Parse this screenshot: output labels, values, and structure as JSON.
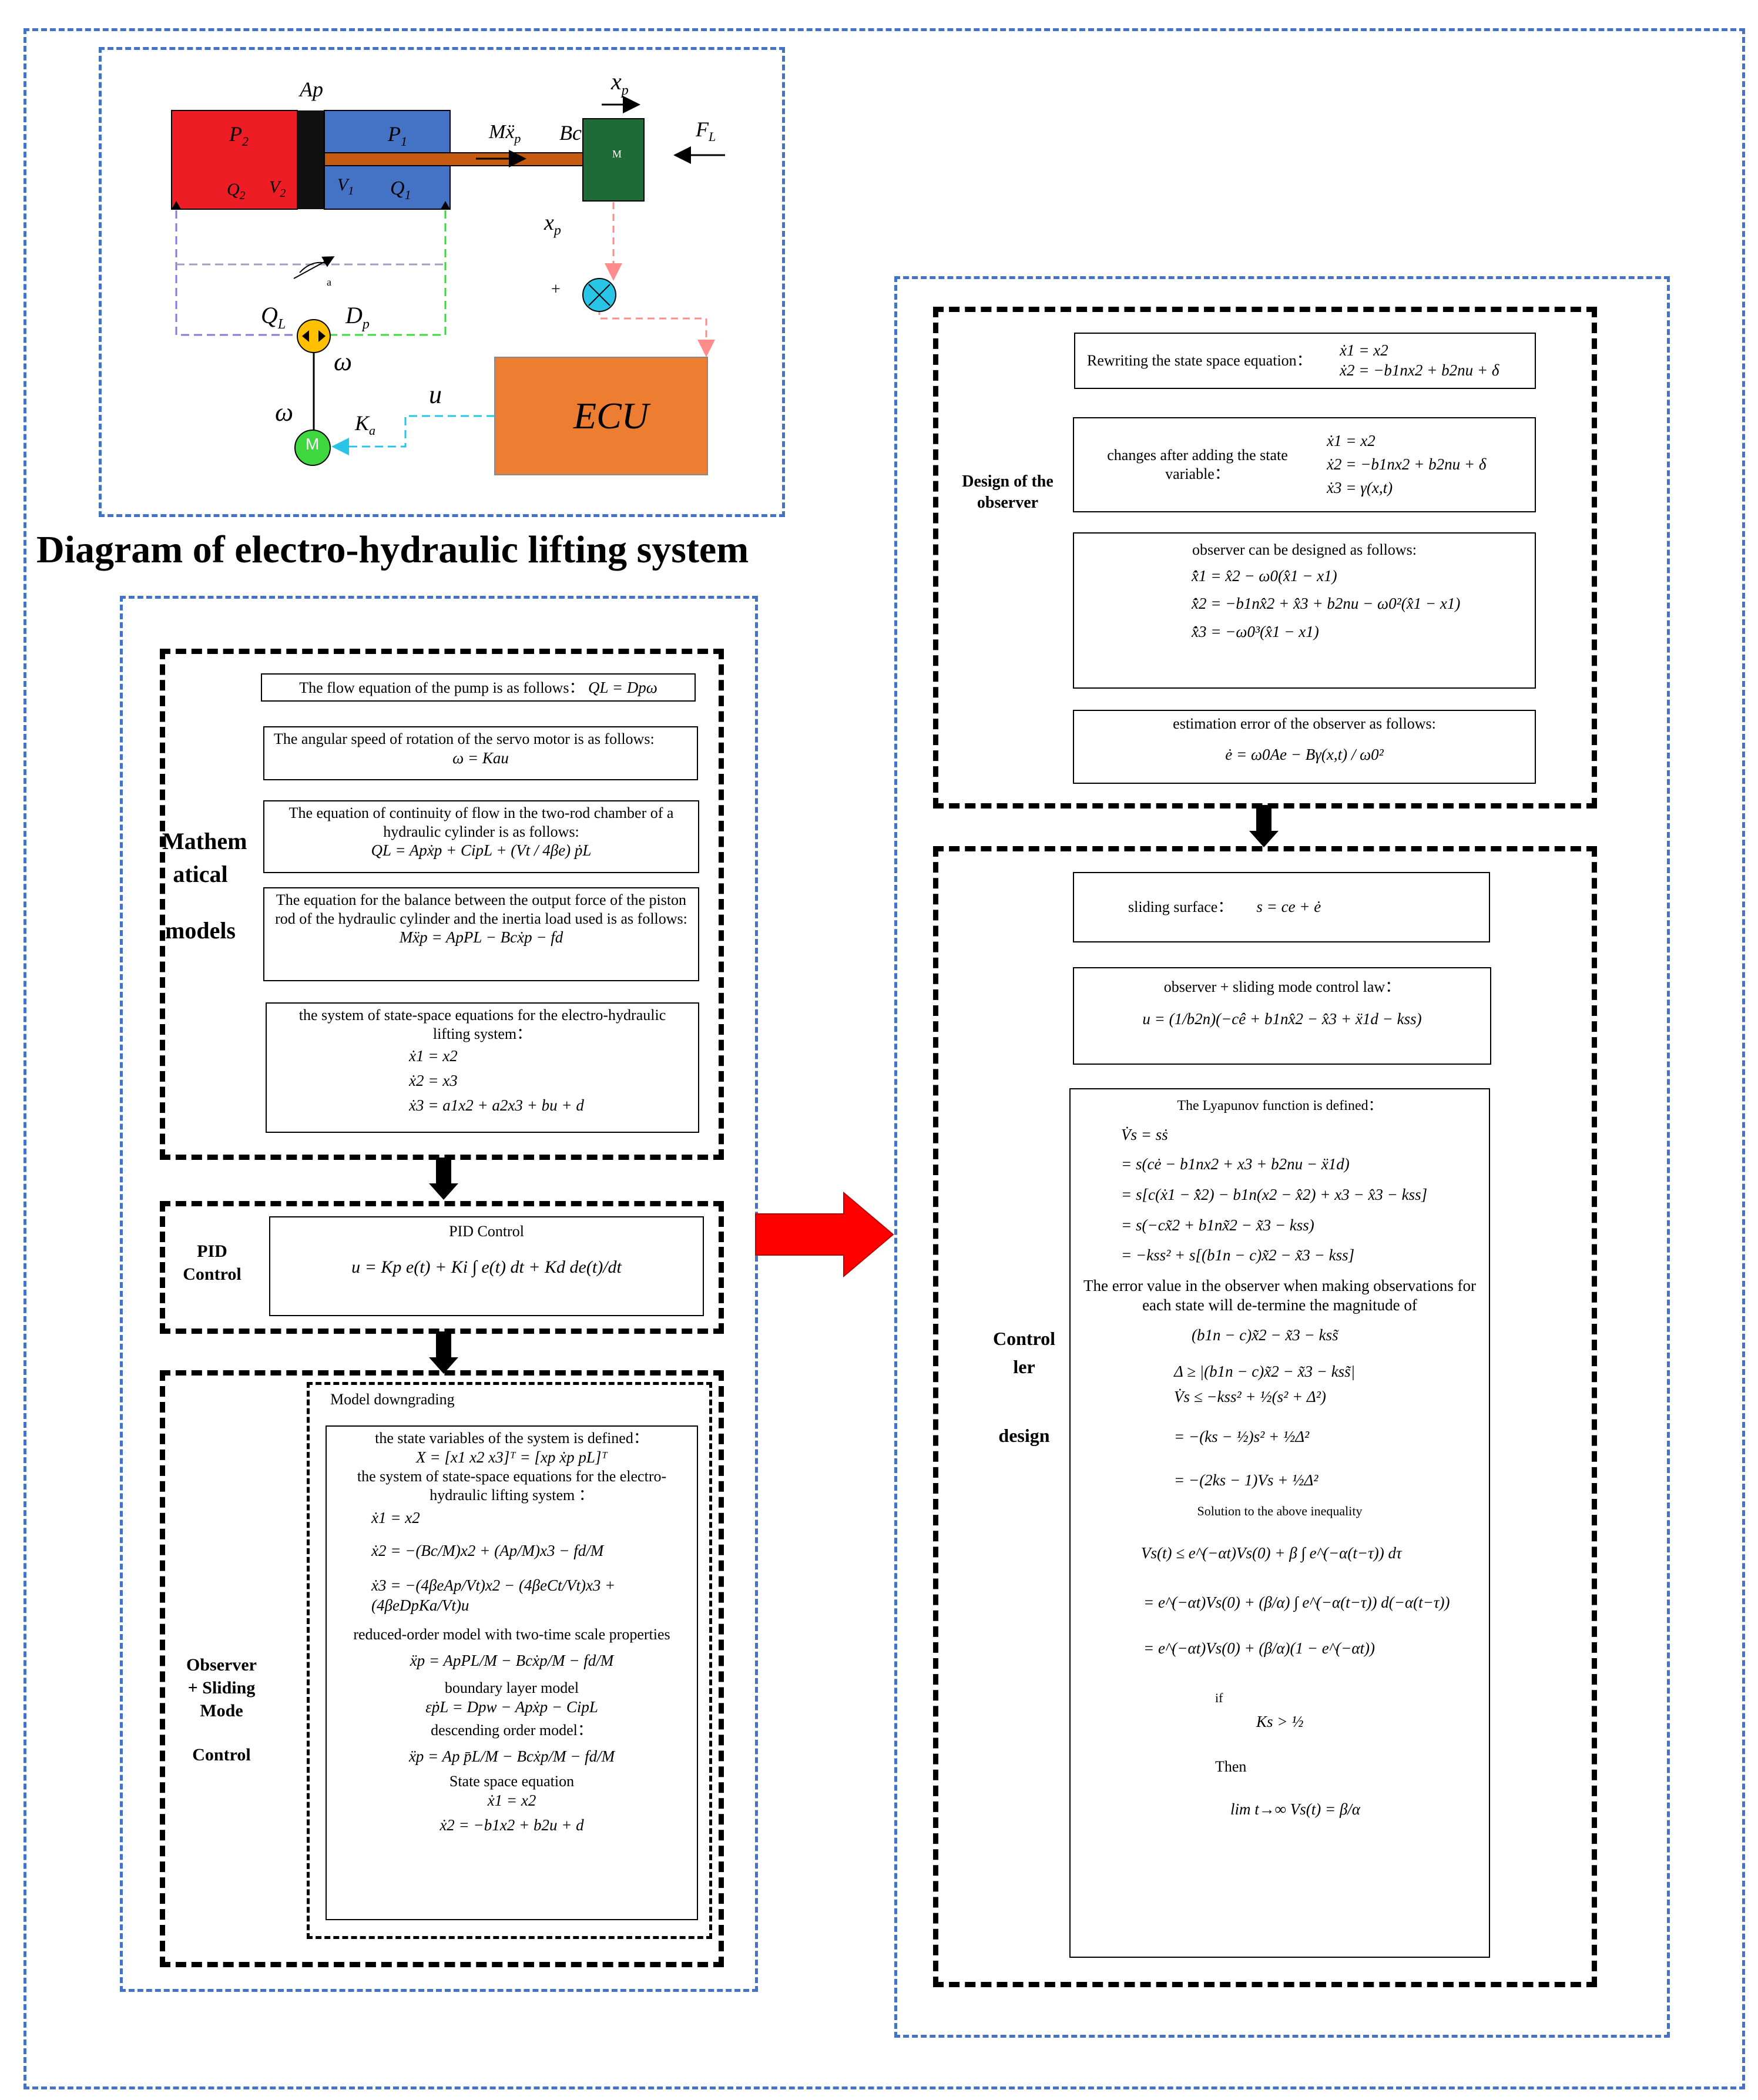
{
  "title": "Diagram of electro-hydraulic lifting system",
  "hydraulic": {
    "Ap": "Ap",
    "xp_top": "x",
    "xp_top_sub": "p",
    "Bc": "Bc",
    "FL": "F",
    "FL_sub": "L",
    "P2": "P",
    "P2_sub": "2",
    "Q2": "Q",
    "Q2_sub": "2",
    "V2": "V",
    "V2_sub": "2",
    "P1": "P",
    "P1_sub": "1",
    "V1": "V",
    "V1_sub": "1",
    "Q1": "Q",
    "Q1_sub": "1",
    "Mxp": "Mẍ",
    "Mxp_sub": "p",
    "mass": "M",
    "xp_mid": "x",
    "xp_mid_sub": "p",
    "valve": "a",
    "plus": "+",
    "QL": "Q",
    "QL_sub": "L",
    "Dp": "D",
    "Dp_sub": "p",
    "omega1": "ω",
    "omega2": "ω",
    "u": "u",
    "Ka": "K",
    "Ka_sub": "a",
    "motor": "M",
    "ecu": "ECU"
  },
  "left": {
    "math_label": [
      "Mathem",
      "atical",
      "models"
    ],
    "flow_eq_text": "The flow equation of the pump is as follows：",
    "flow_eq": "QL = Dpω",
    "angular_text": "The angular speed of rotation of the servo motor is as follows:",
    "angular_eq": "ω = Kau",
    "continuity_text": "The equation of continuity of flow in the two-rod chamber of a hydraulic cylinder is as follows:",
    "continuity_eq": "QL = Apẋp + CipL + (Vt / 4βe) ṗL",
    "balance_text": "The equation for the balance between the output force of the piston rod of the hydraulic cylinder and the inertia load used is as follows:",
    "balance_eq": "Mẍp = ApPL − Bcẋp − fd",
    "statespace_text": "the system of state-space equations for the electro-hydraulic lifting system：",
    "statespace_eqs": [
      "ẋ1 = x2",
      "ẋ2 = x3",
      "ẋ3 = a1x2 + a2x3 + bu + d"
    ],
    "pid_label": [
      "PID",
      "Control"
    ],
    "pid_title": "PID Control",
    "pid_eq": "u = Kp e(t) + Ki ∫ e(t) dt + Kd de(t)/dt",
    "obs_label": [
      "Observer",
      "+ Sliding",
      "Mode",
      "Control"
    ],
    "model_down": "Model downgrading",
    "state_def": "the state variables of the system is defined：",
    "state_vec": "X = [x1  x2  x3]ᵀ = [xp  ẋp  pL]ᵀ",
    "ss_text2": "the system of state-space equations for the electro-hydraulic lifting system ：",
    "ss_eqs2": [
      "ẋ1 = x2",
      "ẋ2 = −(Bc/M)x2 + (Ap/M)x3 − fd/M",
      "ẋ3 = −(4βeAp/Vt)x2 − (4βeCt/Vt)x3 + (4βeDpKa/Vt)u"
    ],
    "reduced_text": "reduced-order model with two-time scale properties",
    "reduced_eq": "ẍp = ApPL/M − Bcẋp/M − fd/M",
    "boundary_text": "boundary layer model",
    "boundary_eq": "εṗL = Dpw − Apẋp − CipL",
    "desc_text": "descending order model：",
    "desc_eq": "ẍp = Ap p̄L/M − Bcẋp/M − fd/M",
    "ss_final_text": "State space equation",
    "ss_final": [
      "ẋ1 = x2",
      "ẋ2 = −b1x2 + b2u + d"
    ]
  },
  "right": {
    "design_obs_label": [
      "Design of the",
      "observer"
    ],
    "rewrite_text": "Rewriting the state space equation：",
    "rewrite_eqs": [
      "ẋ1 = x2",
      "ẋ2 = −b1nx2 + b2nu + δ"
    ],
    "changes_text": "changes after adding the state variable：",
    "changes_eqs": [
      "ẋ1 = x2",
      "ẋ2 = −b1nx2 + b2nu + δ",
      "ẋ3 = γ(x,t)"
    ],
    "observer_text": "observer can be designed as follows:",
    "observer_eqs": [
      "x̂̇1 = x̂2 − ω0(x̂1 − x1)",
      "x̂̇2 = −b1nx̂2 + x̂3 + b2nu − ω0²(x̂1 − x1)",
      "x̂̇3 = −ω0³(x̂1 − x1)"
    ],
    "error_text": "estimation error of the observer as follows:",
    "error_eq": "ė = ω0Ae − Bγ(x,t) / ω0²",
    "ctrl_label": [
      "Control",
      "ler",
      "design"
    ],
    "sliding_text": "sliding surface：",
    "sliding_eq": "s = ce + ė",
    "law_text": "observer + sliding mode control law：",
    "law_eq": "u = (1/b2n)(−cê + b1nx̂2 − x̂3 + ẍ1d − kss)",
    "lyap_text": "The Lyapunov function is defined：",
    "lyap_eqs": [
      "V̇s = sṡ",
      "= s(cė − b1nx2 + x3 + b2nu − ẍ1d)",
      "= s[c(ẋ1 − x̂̇2) − b1n(x2 − x̂2) + x3 − x̂3 − kss]",
      "= s(−cx̃2 + b1nx̃2 − x̃3 − kss)",
      "= −kss² + s[(b1n − c)x̃2 − x̃3 − kss]"
    ],
    "error_val_text": "The error value in the observer when making observations for each state will de-termine the magnitude of",
    "error_val_eqs": [
      "(b1n − c)x̃2 − x̃3 − kss̃",
      "Δ ≥ |(b1n − c)x̃2 − x̃3 − kss̃|",
      "V̇s ≤ −kss² + ½(s² + Δ²)",
      "= −(ks − ½)s² + ½Δ²",
      "= −(2ks − 1)Vs + ½Δ²"
    ],
    "solution_text": "Solution to the above inequality",
    "solution_eqs": [
      "Vs(t) ≤ e^(−αt)Vs(0) + β ∫ e^(−α(t−τ)) dτ",
      "= e^(−αt)Vs(0) + (β/α) ∫ e^(−α(t−τ)) d(−α(t−τ))",
      "= e^(−αt)Vs(0) + (β/α)(1 − e^(−αt))"
    ],
    "if_text": "if",
    "if_eq": "Ks > ½",
    "then_text": "Then",
    "then_eq": "lim t→∞ Vs(t) = β/α"
  },
  "colors": {
    "blue": "#4472c4",
    "red": "#ee1c24",
    "chamber_blue": "#4472c4",
    "rod": "#c55a11",
    "mass": "#1e6b35",
    "ecu": "#ed7d31",
    "arrow_red": "#ff0000",
    "cyan": "#29c5e6",
    "yellow": "#ffc000",
    "green": "#3ed83e",
    "pink": "#ff8c8c"
  }
}
